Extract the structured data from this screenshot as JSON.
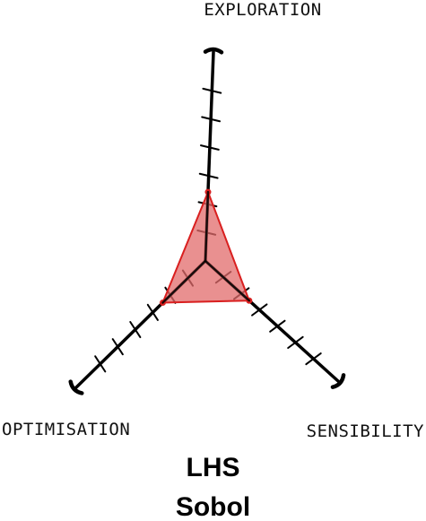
{
  "axes": [
    {
      "label": "EXPLORATION",
      "value": 0.33
    },
    {
      "label": "OPTIMISATION",
      "value": 0.33
    },
    {
      "label": "SENSIBILITY",
      "value": 0.33
    }
  ],
  "ticks_per_axis": 6,
  "fill_color": "#e26b6b",
  "stroke_color": "#d91f1f",
  "captions": [
    "LHS",
    "Sobol"
  ]
}
